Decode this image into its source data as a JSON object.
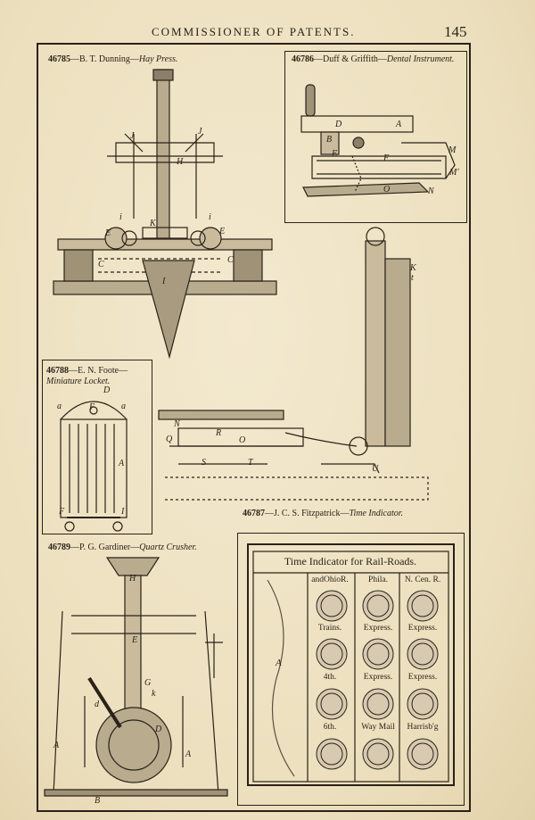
{
  "header": {
    "title": "COMMISSIONER OF PATENTS.",
    "page_number": "145"
  },
  "patents": [
    {
      "number": "46785",
      "inventor": "B. T. Dunning",
      "title": "Hay Press."
    },
    {
      "number": "46786",
      "inventor": "Duff & Griffith",
      "title": "Dental Instrument."
    },
    {
      "number": "46788",
      "inventor": "E. N. Foote",
      "title": "Miniature Locket."
    },
    {
      "number": "46787",
      "inventor": "J. C. S. Fitzpatrick",
      "title": "Time Indicator."
    },
    {
      "number": "46789",
      "inventor": "P. G. Gardiner",
      "title": "Quartz Crusher."
    }
  ],
  "time_indicator": {
    "heading": "Time Indicator for Rail-Roads.",
    "side_label": "A",
    "rows": [
      [
        "andOhioR.",
        "Phila.",
        "N. Cen. R."
      ],
      [
        "Trains.",
        "Express.",
        "Express."
      ],
      [
        "4th.",
        "Express.",
        "Express."
      ],
      [
        "6th.",
        "Way Mail",
        "Harrisb'g"
      ]
    ]
  },
  "figure_labels": {
    "hay_press": [
      "J",
      "J",
      "H",
      "i",
      "i",
      "E",
      "K",
      "E",
      "C",
      "C",
      "I"
    ],
    "dental": [
      "D",
      "A",
      "B",
      "E",
      "F",
      "M",
      "M'",
      "O",
      "N"
    ],
    "locket": [
      "D",
      "a",
      "F",
      "a",
      "A",
      "F",
      "I"
    ],
    "time_side": [
      "K",
      "t",
      "N",
      "Q",
      "R",
      "O",
      "S",
      "T",
      "U"
    ],
    "crusher": [
      "H",
      "E",
      "G",
      "k",
      "d",
      "D",
      "A",
      "A",
      "B"
    ]
  }
}
